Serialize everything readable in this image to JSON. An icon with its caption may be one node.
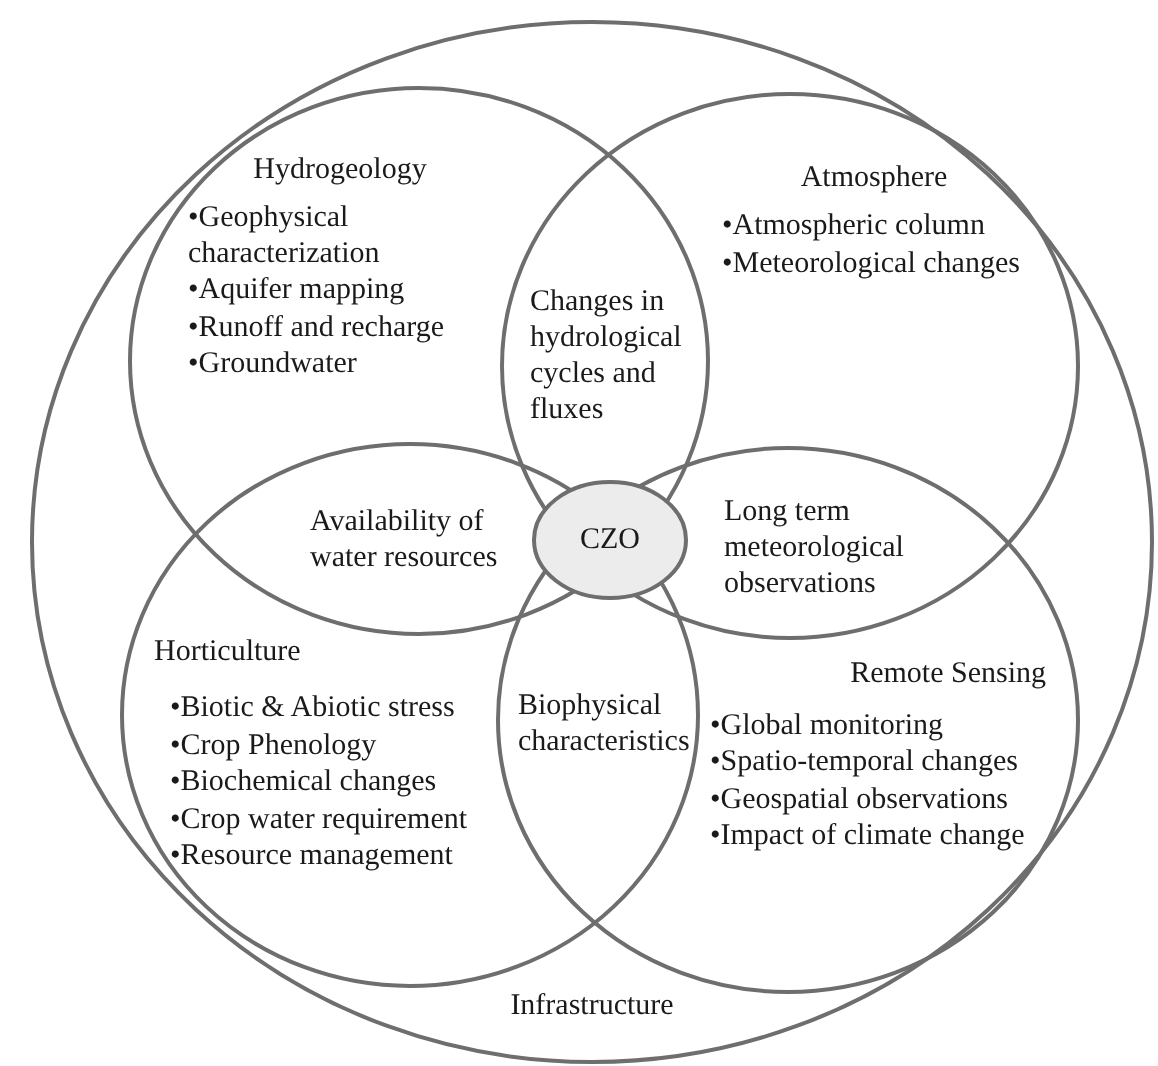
{
  "diagram": {
    "nodes": [
      {
        "text": [
          "Infrastructure"
        ]
      },
      {
        "text": [
          "Hydrogeology",
          "•Geophysical characterization",
          "•Aquifer mapping",
          "•Runoff and recharge",
          "•Groundwater"
        ],
        "in": 0
      },
      {
        "text": [
          "Atmosphere",
          "•Atmospheric column",
          "•Meteorological changes"
        ],
        "in": 0
      },
      {
        "text": [
          "Horticulture",
          "•Biotic & Abiotic stress",
          "•Crop Phenology",
          "•Biochemical changes",
          "•Crop water requirement",
          "•Resource management"
        ],
        "in": 0
      },
      {
        "text": [
          "Remote Sensing",
          "•Global monitoring",
          "•Spatio-temporal changes",
          "•Geospatial observations",
          "•Impact of climate change"
        ],
        "in": 0
      },
      {
        "text": [
          "CZO"
        ]
      }
    ],
    "labels": [
      "Changes in hydrological cycles and fluxes",
      "Availability of water resources",
      "Long term meteorological observations",
      "Biophysical characteristics"
    ]
  }
}
